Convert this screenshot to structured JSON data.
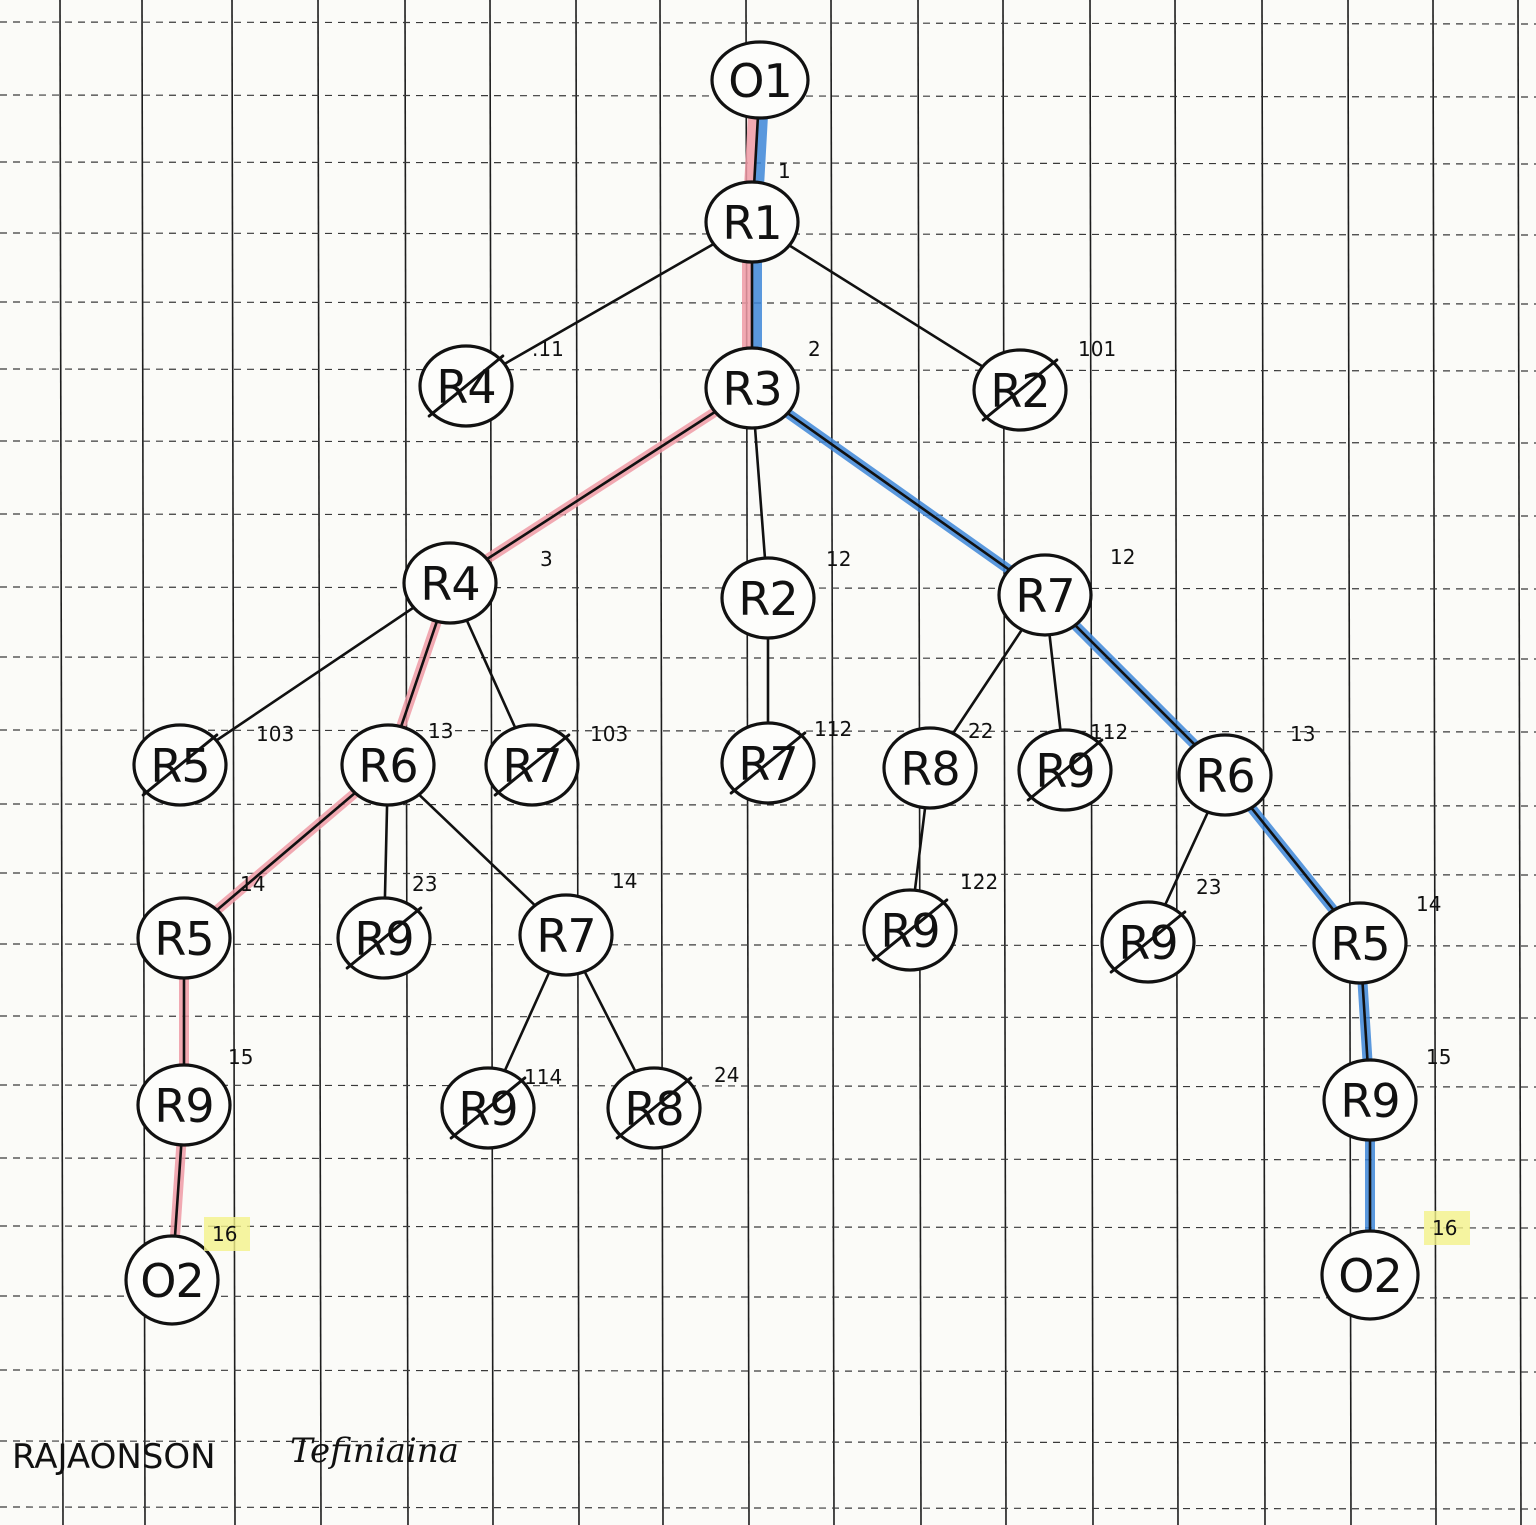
{
  "colors": {
    "red_path": "#ef9aa6",
    "blue_path": "#3d86d8",
    "cost_highlight": "#f4f28a",
    "ink": "#111111",
    "paper": "#fbfbf8"
  },
  "nodes": [
    {
      "id": "o1_root",
      "label": "O1",
      "crossed": false
    },
    {
      "id": "r1",
      "label": "R1",
      "crossed": false
    },
    {
      "id": "r4_a",
      "label": "R4",
      "crossed": true
    },
    {
      "id": "r3",
      "label": "R3",
      "crossed": false
    },
    {
      "id": "r2_a",
      "label": "R2",
      "crossed": true
    },
    {
      "id": "r4_b",
      "label": "R4",
      "crossed": false
    },
    {
      "id": "r2_b",
      "label": "R2",
      "crossed": false
    },
    {
      "id": "r7_a",
      "label": "R7",
      "crossed": false
    },
    {
      "id": "r5_a",
      "label": "R5",
      "crossed": true
    },
    {
      "id": "r6_a",
      "label": "R6",
      "crossed": false
    },
    {
      "id": "r7_b",
      "label": "R7",
      "crossed": true
    },
    {
      "id": "r7_c",
      "label": "R7",
      "crossed": true
    },
    {
      "id": "r8_a",
      "label": "R8",
      "crossed": false
    },
    {
      "id": "r9_a",
      "label": "R9",
      "crossed": true
    },
    {
      "id": "r6_b",
      "label": "R6",
      "crossed": false
    },
    {
      "id": "r5_b",
      "label": "R5",
      "crossed": false
    },
    {
      "id": "r9_b",
      "label": "R9",
      "crossed": true
    },
    {
      "id": "r7_d",
      "label": "R7",
      "crossed": false
    },
    {
      "id": "r9_c",
      "label": "R9",
      "crossed": true
    },
    {
      "id": "r9_d",
      "label": "R9",
      "crossed": true
    },
    {
      "id": "r5_c",
      "label": "R5",
      "crossed": false
    },
    {
      "id": "r9_e",
      "label": "R9",
      "crossed": false
    },
    {
      "id": "r9_f",
      "label": "R9",
      "crossed": true
    },
    {
      "id": "r8_b",
      "label": "R8",
      "crossed": true
    },
    {
      "id": "r9_g",
      "label": "R9",
      "crossed": false
    },
    {
      "id": "o2_left",
      "label": "O2",
      "crossed": false
    },
    {
      "id": "o2_right",
      "label": "O2",
      "crossed": false
    }
  ],
  "edges": [
    {
      "from": "o1_root",
      "to": "r1",
      "path": "both"
    },
    {
      "from": "r1",
      "to": "r4_a",
      "path": "none"
    },
    {
      "from": "r1",
      "to": "r3",
      "path": "both"
    },
    {
      "from": "r1",
      "to": "r2_a",
      "path": "none"
    },
    {
      "from": "r3",
      "to": "r4_b",
      "path": "red"
    },
    {
      "from": "r3",
      "to": "r2_b",
      "path": "none"
    },
    {
      "from": "r3",
      "to": "r7_a",
      "path": "blue"
    },
    {
      "from": "r4_b",
      "to": "r5_a",
      "path": "none"
    },
    {
      "from": "r4_b",
      "to": "r6_a",
      "path": "red"
    },
    {
      "from": "r4_b",
      "to": "r7_b",
      "path": "none"
    },
    {
      "from": "r2_b",
      "to": "r7_c",
      "path": "none"
    },
    {
      "from": "r7_a",
      "to": "r8_a",
      "path": "none"
    },
    {
      "from": "r7_a",
      "to": "r9_a",
      "path": "none"
    },
    {
      "from": "r7_a",
      "to": "r6_b",
      "path": "blue"
    },
    {
      "from": "r6_a",
      "to": "r5_b",
      "path": "red"
    },
    {
      "from": "r6_a",
      "to": "r9_b",
      "path": "none"
    },
    {
      "from": "r6_a",
      "to": "r7_d",
      "path": "none"
    },
    {
      "from": "r8_a",
      "to": "r9_c",
      "path": "none"
    },
    {
      "from": "r6_b",
      "to": "r9_d",
      "path": "none"
    },
    {
      "from": "r6_b",
      "to": "r5_c",
      "path": "blue"
    },
    {
      "from": "r5_b",
      "to": "r9_e",
      "path": "red"
    },
    {
      "from": "r7_d",
      "to": "r9_f",
      "path": "none"
    },
    {
      "from": "r7_d",
      "to": "r8_b",
      "path": "none"
    },
    {
      "from": "r5_c",
      "to": "r9_g",
      "path": "blue"
    },
    {
      "from": "r9_e",
      "to": "o2_left",
      "path": "red"
    },
    {
      "from": "r9_g",
      "to": "o2_right",
      "path": "blue"
    }
  ],
  "costs": [
    {
      "id": "c_r1",
      "text": "1",
      "highlight": false
    },
    {
      "id": "c_r4a",
      "text": ".11",
      "highlight": false
    },
    {
      "id": "c_r3",
      "text": "2",
      "highlight": false
    },
    {
      "id": "c_r2a",
      "text": "101",
      "highlight": false
    },
    {
      "id": "c_r4b",
      "text": "3",
      "highlight": false
    },
    {
      "id": "c_r2b",
      "text": "12",
      "highlight": false
    },
    {
      "id": "c_r7a",
      "text": "12",
      "highlight": false
    },
    {
      "id": "c_r5a",
      "text": "103",
      "highlight": false
    },
    {
      "id": "c_r6a",
      "text": "13",
      "highlight": false
    },
    {
      "id": "c_r7b",
      "text": "103",
      "highlight": false
    },
    {
      "id": "c_r7c",
      "text": "112",
      "highlight": false
    },
    {
      "id": "c_r8a",
      "text": "22",
      "highlight": false
    },
    {
      "id": "c_r9a",
      "text": "112",
      "highlight": false
    },
    {
      "id": "c_r6b",
      "text": "13",
      "highlight": false
    },
    {
      "id": "c_r5b",
      "text": "14",
      "highlight": false
    },
    {
      "id": "c_r9b",
      "text": "23",
      "highlight": false
    },
    {
      "id": "c_r7d",
      "text": "14",
      "highlight": false
    },
    {
      "id": "c_r9c",
      "text": "122",
      "highlight": false
    },
    {
      "id": "c_r9d",
      "text": "23",
      "highlight": false
    },
    {
      "id": "c_r5c",
      "text": "14",
      "highlight": false
    },
    {
      "id": "c_r9e",
      "text": "15",
      "highlight": false
    },
    {
      "id": "c_r9f",
      "text": "114",
      "highlight": false
    },
    {
      "id": "c_r8b",
      "text": "24",
      "highlight": false
    },
    {
      "id": "c_r9g",
      "text": "15",
      "highlight": false
    },
    {
      "id": "c_o2l",
      "text": "16",
      "highlight": true
    },
    {
      "id": "c_o2r",
      "text": "16",
      "highlight": true
    }
  ],
  "author": {
    "surname": "RAJAONSON",
    "given_name": "Tefiniaina"
  }
}
